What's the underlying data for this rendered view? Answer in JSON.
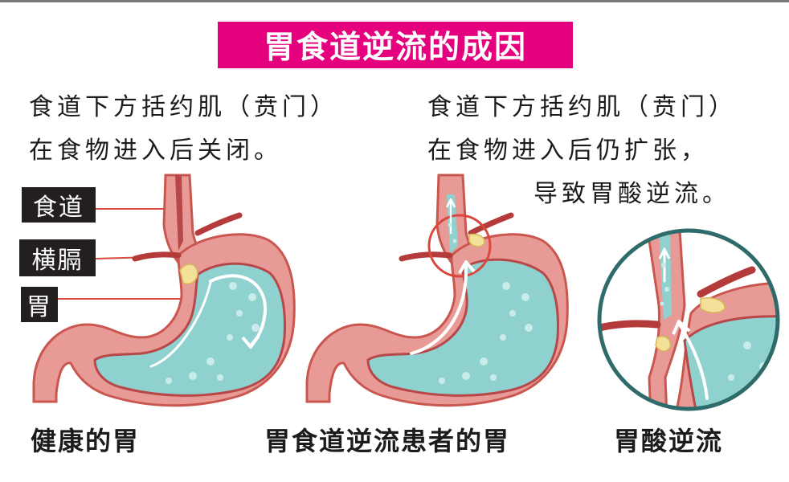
{
  "title": "胃食道逆流的成因",
  "captions": {
    "healthy": {
      "line1": "食道下方括约肌（贲门）",
      "line2": "在食物进入后关闭。"
    },
    "gerd": {
      "line1": "食道下方括约肌（贲门）",
      "line2": "在食物进入后仍扩张，",
      "line3": "导致胃酸逆流。"
    }
  },
  "labels": {
    "esophagus": "食道",
    "diaphragm": "横膈",
    "stomach": "胃"
  },
  "bottom_labels": {
    "healthy": "健康的胃",
    "gerd": "胃食道逆流患者的胃",
    "reflux": "胃酸逆流"
  },
  "colors": {
    "title_bg": "#e5007e",
    "label_bg": "#231f20",
    "stomach_wall": "#e89a96",
    "stomach_outline": "#c9574f",
    "inner_lining": "#b8474a",
    "gastric_fluid": "#8fd1cf",
    "diaphragm": "#b53a3a",
    "callout_ring": "#d9473d",
    "zoom_circle_border": "#2f6b6b",
    "fat_deposit": "#f3e19a"
  },
  "icons": {
    "flow_arrow": "white-curved-arrow",
    "callout": "red-circle-outline",
    "zoom": "magnified-circle"
  }
}
